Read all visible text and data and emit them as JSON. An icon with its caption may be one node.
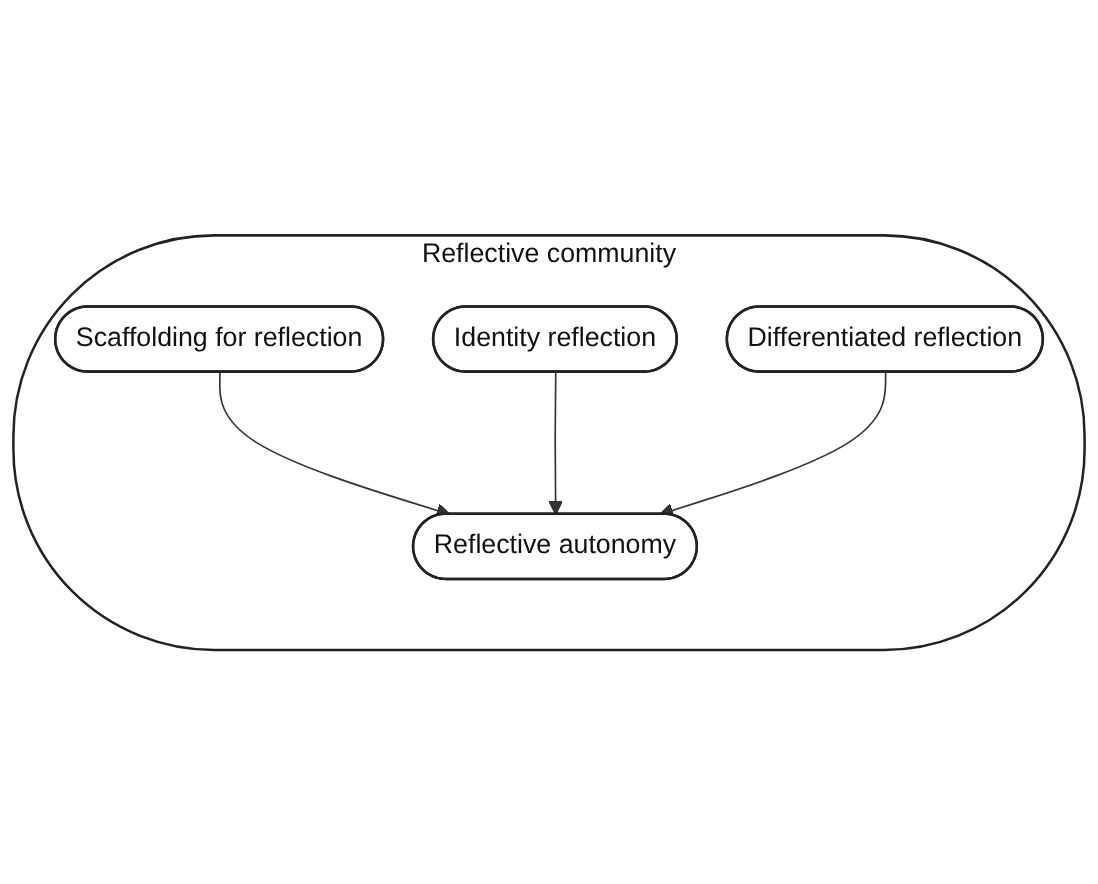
{
  "diagram": {
    "nodes": [
      {
        "text": [
          "Reflective community"
        ]
      },
      {
        "text": [
          "Scaffolding for reflection"
        ],
        "in": 0
      },
      {
        "text": [
          "Differentiated reflection"
        ],
        "in": 0
      },
      {
        "text": [
          "Identity reflection"
        ],
        "in": 0
      },
      {
        "text": [
          "Reflective autonomy"
        ],
        "in": 0
      }
    ],
    "edges": [
      {
        "from": 1,
        "to": 4,
        "arrow": "to"
      },
      {
        "from": 3,
        "to": 4,
        "arrow": "to"
      },
      {
        "from": 2,
        "to": 4,
        "arrow": "to"
      }
    ]
  }
}
